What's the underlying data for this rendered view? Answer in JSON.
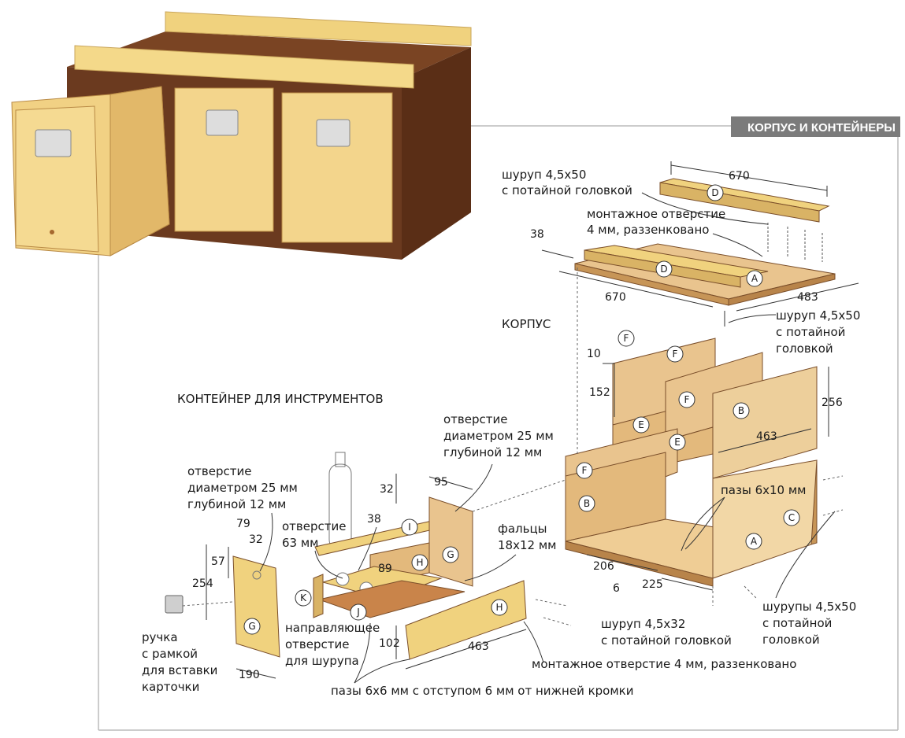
{
  "section_title": "КОРПУС И КОНТЕЙНЕРЫ",
  "headings": {
    "body": "КОРПУС",
    "container": "КОНТЕЙНЕР ДЛЯ ИНСТРУМЕНТОВ"
  },
  "callouts": {
    "screw_top_1": "шуруп 4,5x50",
    "screw_top_2": "с потайной головкой",
    "mount_hole_1": "монтажное отверстие",
    "mount_hole_2": "4 мм, раззенковано",
    "screw_right_1": "шуруп 4,5x50",
    "screw_right_2": "с потайной",
    "screw_right_3": "головкой",
    "hole25_a1": "отверстие",
    "hole25_a2": "диаметром 25 мм",
    "hole25_a3": "глубиной 12 мм",
    "hole25_b1": "отверстие",
    "hole25_b2": "диаметром 25 мм",
    "hole25_b3": "глубиной 12 мм",
    "hole63_1": "отверстие",
    "hole63_2": "63 мм",
    "rabbets_1": "фальцы",
    "rabbets_2": "18x12 мм",
    "grooves_body": "пазы 6x10 мм",
    "screws_bottom_1": "шурупы 4,5x50",
    "screws_bottom_2": "с потайной",
    "screws_bottom_3": "головкой",
    "screw_32_1": "шуруп 4,5x32",
    "screw_32_2": "с потайной головкой",
    "mount_hole_bottom": "монтажное отверстие 4 мм, раззенковано",
    "pilot_1": "направляющее",
    "pilot_2": "отверстие",
    "pilot_3": "для шурупа",
    "grooves_bottom": "пазы 6x6 мм с отступом 6 мм от нижней кромки",
    "handle_1": "ручка",
    "handle_2": "с рамкой",
    "handle_3": "для вставки",
    "handle_4": "карточки"
  },
  "dimensions": {
    "d670_top": "670",
    "d38": "38",
    "d670_bottom": "670",
    "d483": "483",
    "d10": "10",
    "d152": "152",
    "d256": "256",
    "d463_panel": "463",
    "d206": "206",
    "d6": "6",
    "d225": "225",
    "d95": "95",
    "d32_top": "32",
    "d38_c": "38",
    "d89": "89",
    "d79": "79",
    "d32_side": "32",
    "d57": "57",
    "d254": "254",
    "d190": "190",
    "d102": "102",
    "d463_c": "463"
  },
  "part_letters": {
    "A": "A",
    "B": "B",
    "C": "C",
    "D": "D",
    "E": "E",
    "F": "F",
    "G": "G",
    "H": "H",
    "I": "I",
    "J": "J",
    "K": "K"
  },
  "colors": {
    "header_bg": "#7b7b7b",
    "plywood": "#e9c48e",
    "plywood_dark": "#c79557",
    "cabinet_dark": "#6b3a1f",
    "pine": "#f0d27e"
  }
}
